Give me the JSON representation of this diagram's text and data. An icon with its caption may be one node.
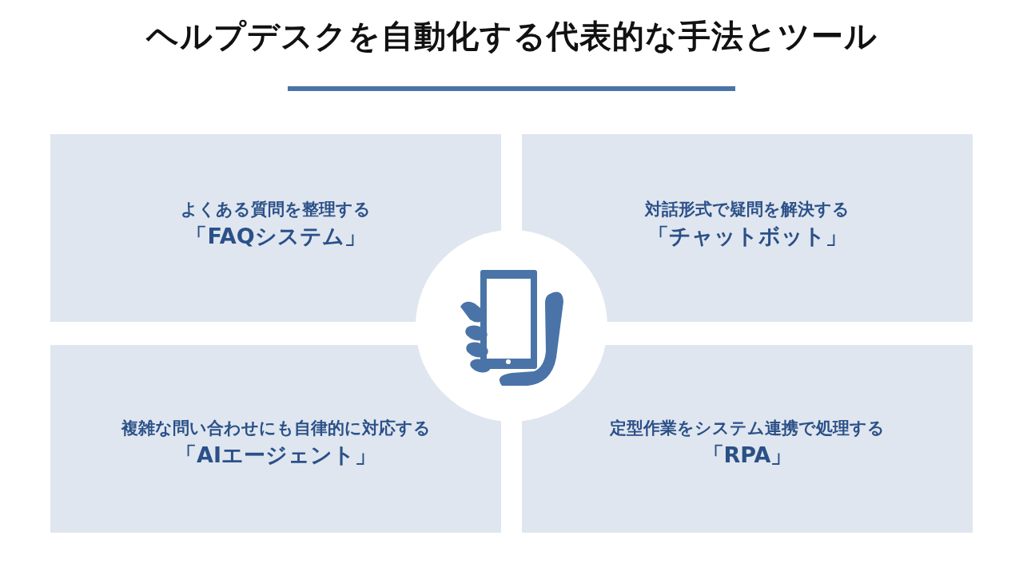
{
  "diagram": {
    "title": "ヘルプデスクを自動化する代表的な手法とツール",
    "nodes": [
      {
        "text": [
          "よくある質問を整理する",
          "「FAQシステム」"
        ]
      },
      {
        "text": [
          "対話形式で疑問を解決する",
          "「チャットボット」"
        ]
      },
      {
        "text": [
          "複雑な問い合わせにも自律的に対応する",
          "「AIエージェント」"
        ]
      },
      {
        "text": [
          "定型作業をシステム連携で処理する",
          "「RPA」"
        ]
      }
    ]
  }
}
